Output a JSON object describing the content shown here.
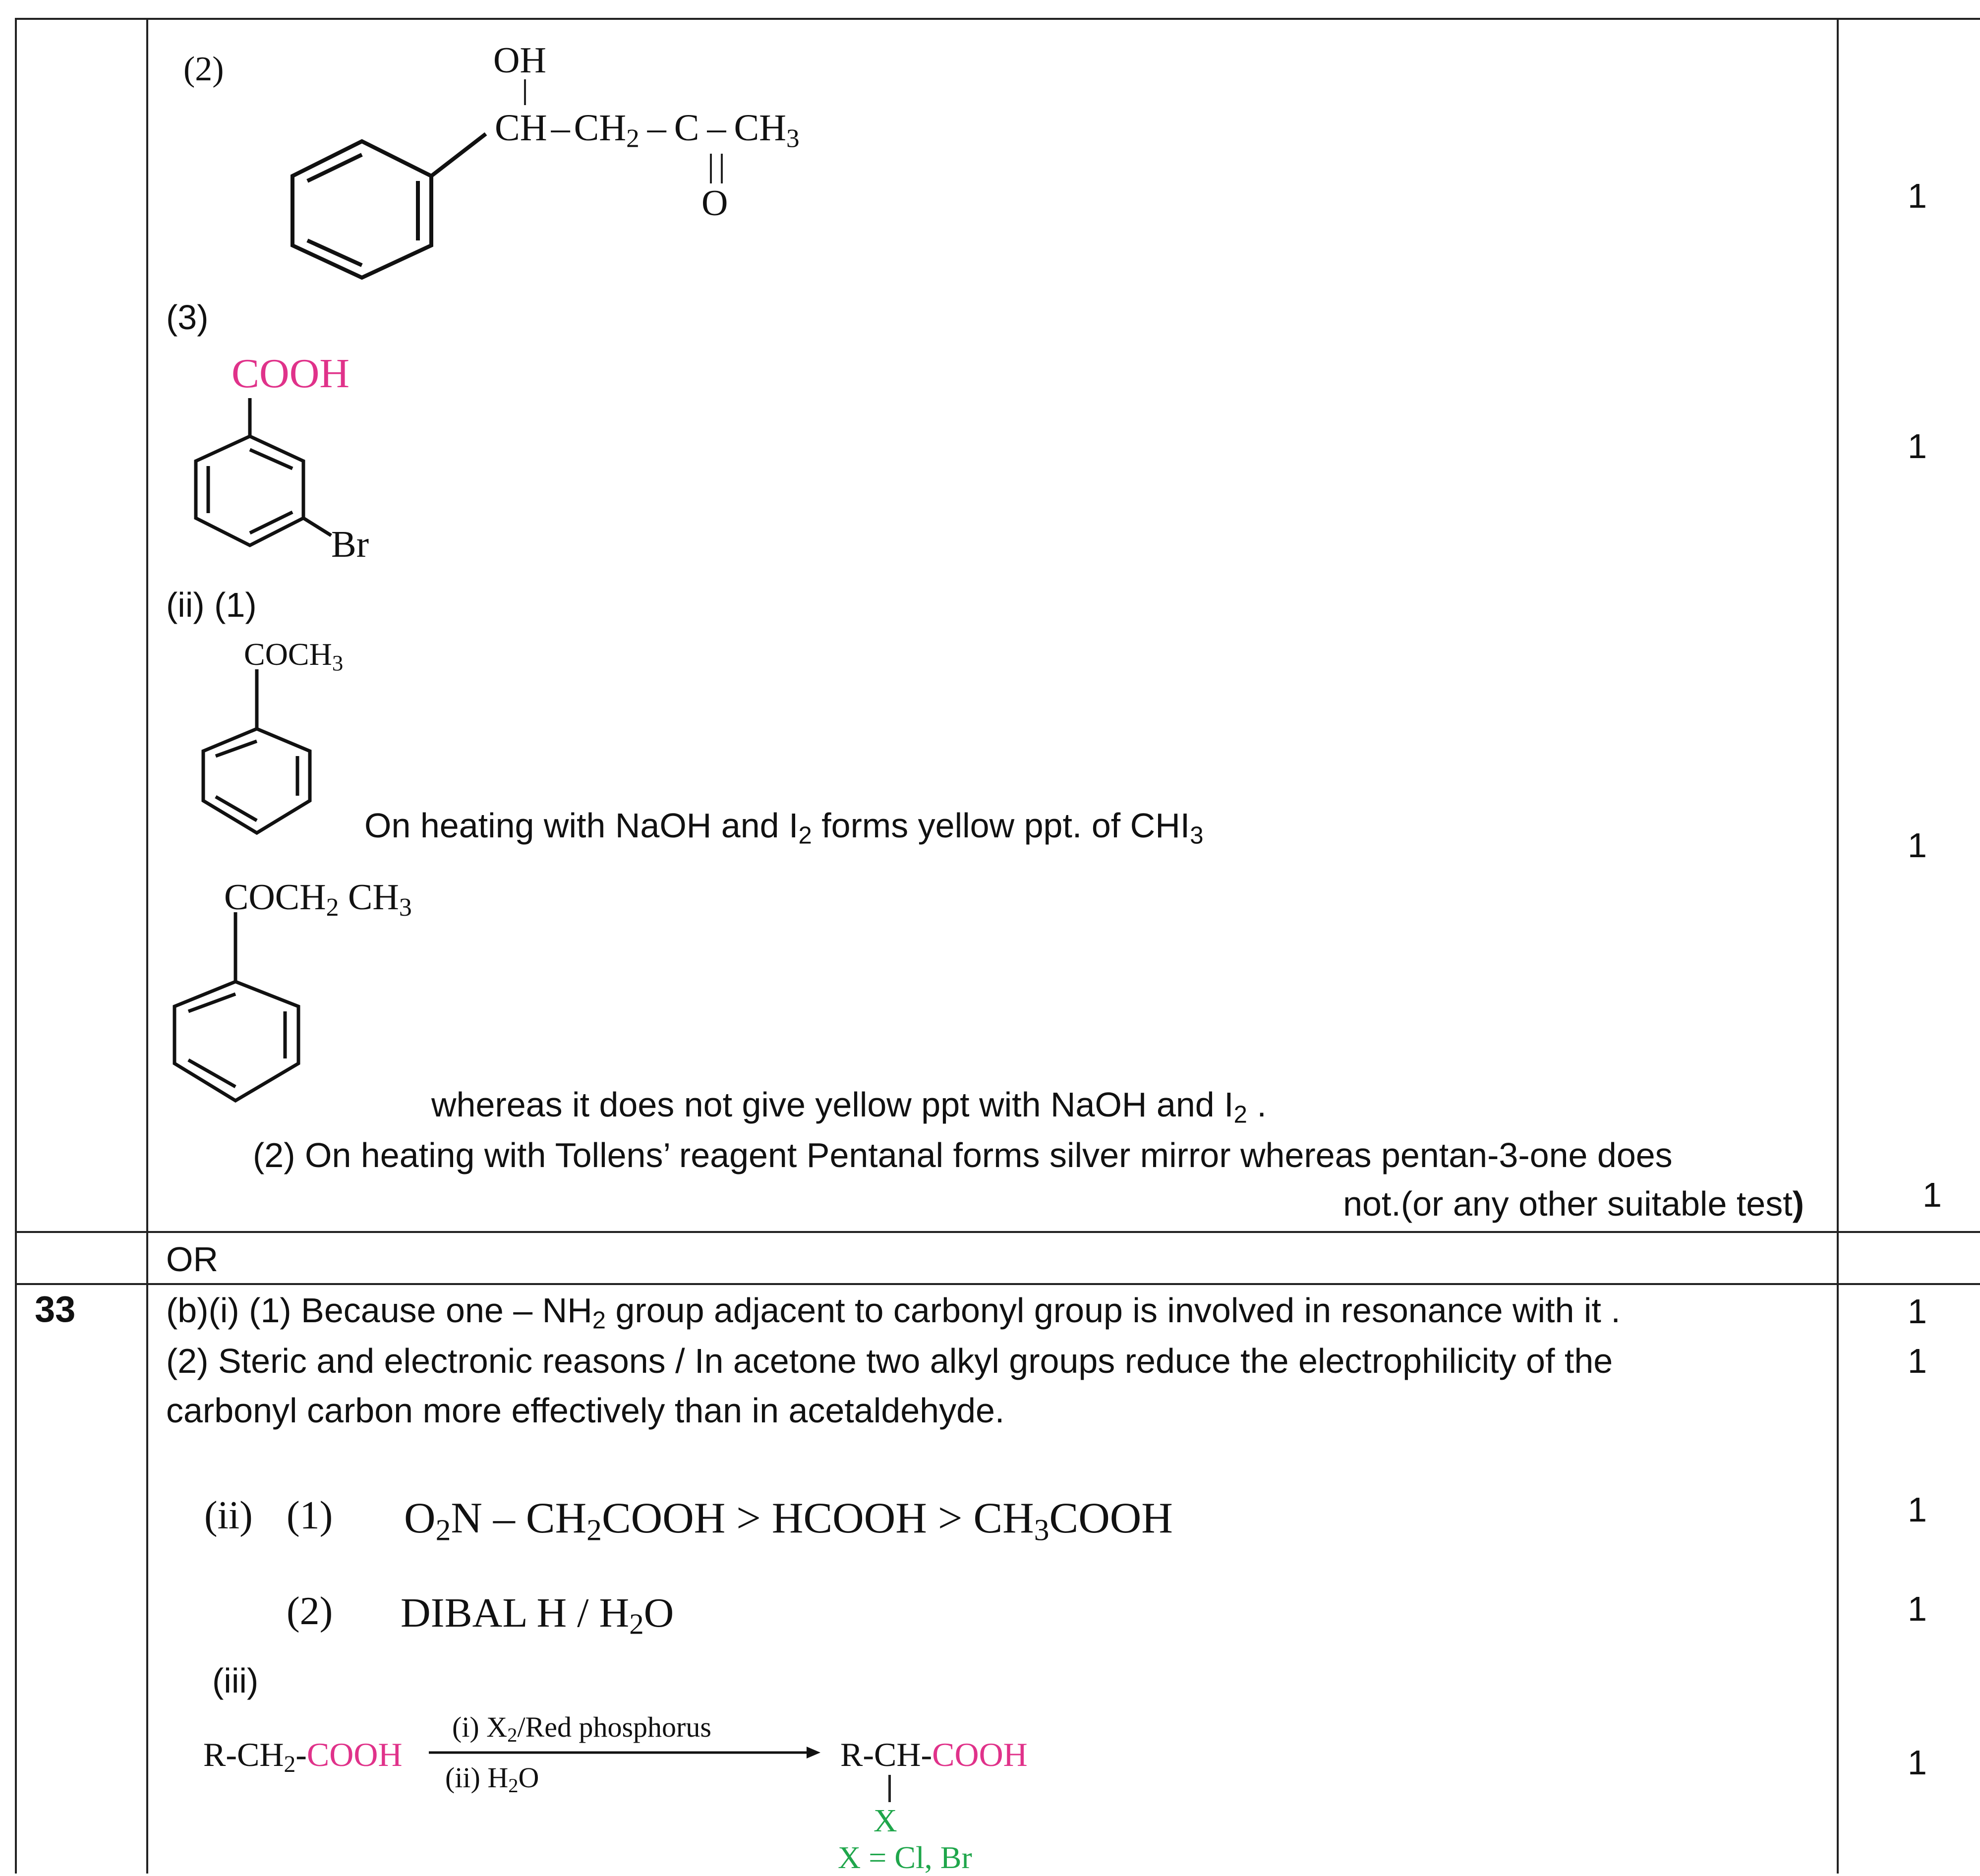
{
  "structures": {
    "p2": {
      "oh": "OH",
      "ch": "CH",
      "ch2": "CH",
      "c": "C",
      "ch3": "CH",
      "o": "O",
      "sub2": "2",
      "sub3": "3",
      "dash": "–"
    },
    "p3": {
      "cooh": "COOH",
      "br": "Br"
    },
    "ii1a": {
      "coch3": "COCH",
      "sub3": "3"
    },
    "ii1b": {
      "coch2": "COCH",
      "sub2": "2",
      "ch3": " CH",
      "sub3": "3"
    }
  },
  "part_a": {
    "label_2": "(2)",
    "label_3": "(3)",
    "label_ii1": "(ii) (1)",
    "text_iodoform_pre": "On heating with NaOH and I",
    "text_iodoform_sub": "2",
    "text_iodoform_mid": " forms yellow ppt. of CHI",
    "text_iodoform_sub2": "3",
    "text_whereas_pre": "whereas it does not give yellow ppt with NaOH and I",
    "text_whereas_sub": "2",
    "text_whereas_post": " .",
    "text_tollens_line1": "(2) On heating with Tollens’ reagent Pentanal forms silver mirror whereas pentan-3-one does",
    "text_tollens_line2_pre": "not.(or any other suitable test",
    "text_tollens_line2_bold": ")",
    "marks": [
      "1",
      "1",
      "1",
      "1"
    ]
  },
  "or_row": {
    "label": "OR"
  },
  "q33": {
    "number": "33",
    "b_i_1_pre": "(b)(i) (1) Because one – NH",
    "b_i_1_sub": "2",
    "b_i_1_post": " group adjacent to carbonyl group is involved in resonance with it .",
    "b_i_2_line1": "(2) Steric and electronic reasons / In acetone two alkyl groups reduce the electrophilicity of the",
    "b_i_2_line2": "carbonyl carbon more effectively than in acetaldehyde.",
    "ii_label": "(ii)",
    "ii_1_label": "(1)",
    "ii_1_a": "O",
    "ii_1_a_sub": "2",
    "ii_1_b": "N – CH",
    "ii_1_b_sub": "2",
    "ii_1_c": "COOH > HCOOH > CH",
    "ii_1_c_sub": "3",
    "ii_1_d": "COOH",
    "ii_2_label": "(2)",
    "ii_2_pre": "DIBAL H / H",
    "ii_2_sub": "2",
    "ii_2_post": "O",
    "iii_label": "(iii)",
    "hvz_reactant_pre": "R-CH",
    "hvz_reactant_sub": "2",
    "hvz_reactant_post": "-",
    "hvz_cooh": "COOH",
    "hvz_cond1_pre": "(i) X",
    "hvz_cond1_sub": "2",
    "hvz_cond1_post": "/Red phosphorus",
    "hvz_cond2_pre": "(ii) H",
    "hvz_cond2_sub": "2",
    "hvz_cond2_post": "O",
    "hvz_product": "R-CH-",
    "hvz_product_cooh": "COOH",
    "hvz_x": "X",
    "hvz_x_def": "X = Cl, Br",
    "marks": [
      "1",
      "1",
      "1",
      "1",
      "1"
    ]
  }
}
